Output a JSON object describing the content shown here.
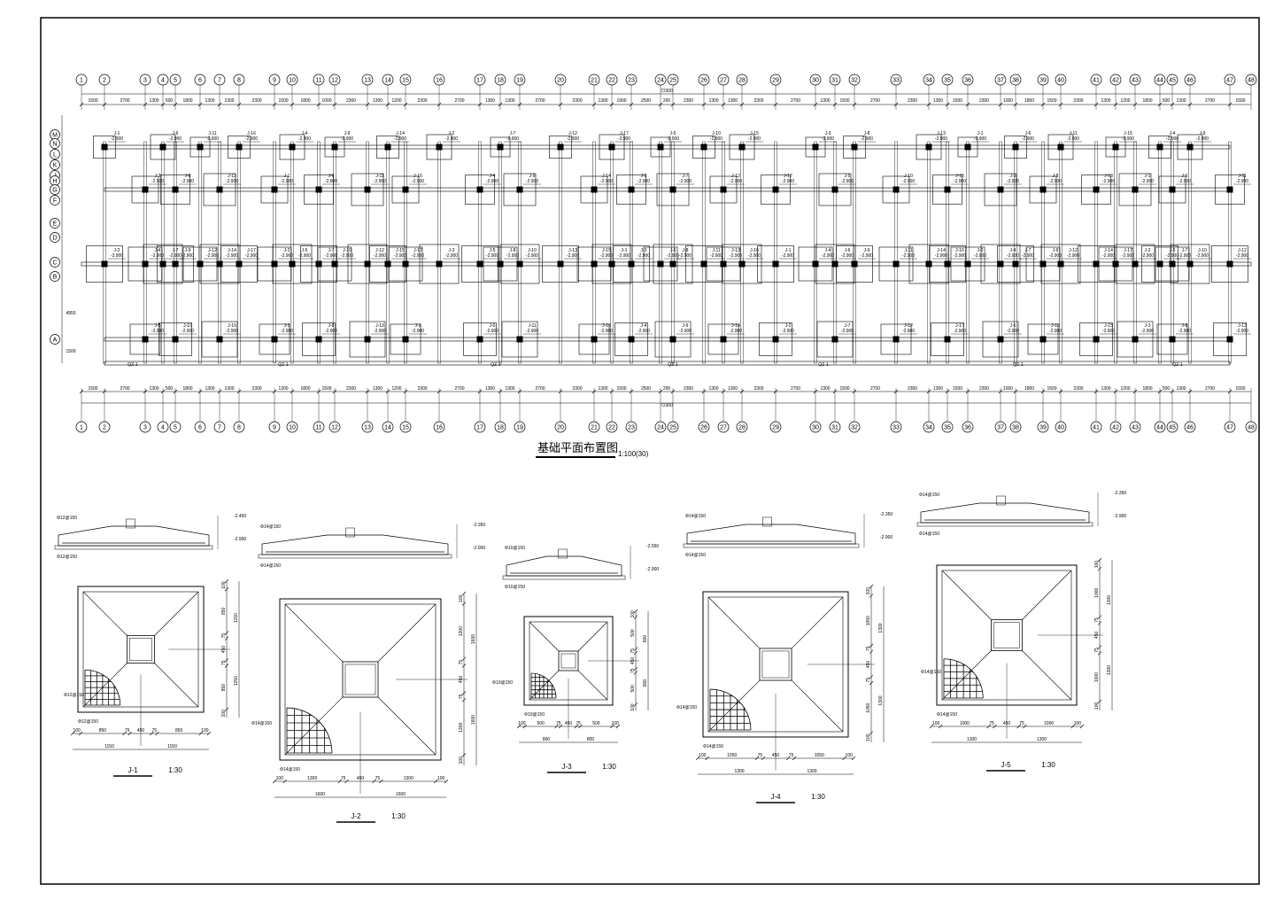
{
  "drawing": {
    "plan_title": "基础平面布置图",
    "plan_scale": "1:100(30)",
    "total_length": "72300",
    "level_default": "-2.900",
    "column_axes": [
      "1",
      "2",
      "3",
      "4",
      "5",
      "6",
      "7",
      "8",
      "9",
      "10",
      "11",
      "12",
      "13",
      "14",
      "15",
      "16",
      "17",
      "18",
      "19",
      "20",
      "21",
      "22",
      "23",
      "24",
      "25",
      "26",
      "27",
      "28",
      "29",
      "30",
      "31",
      "32",
      "33",
      "34",
      "35",
      "36",
      "37",
      "38",
      "39",
      "40",
      "41",
      "42",
      "43",
      "44",
      "45",
      "46",
      "47",
      "48"
    ],
    "row_axes": [
      "M",
      "N",
      "L",
      "K",
      "J",
      "H",
      "G",
      "F",
      "E",
      "D",
      "C",
      "B",
      "A"
    ],
    "top_dimensions": [
      "1500",
      "2700",
      "1300",
      "500",
      "1800",
      "1300",
      "1300",
      "2300",
      "1500",
      "1800",
      "1000",
      "2300",
      "1300",
      "1200",
      "2300",
      "2700",
      "1300",
      "1300",
      "2700",
      "2300",
      "1300",
      "1900",
      "2500",
      "200",
      "2300",
      "1300",
      "1300",
      "2300",
      "2700",
      "1300",
      "1500",
      "2700",
      "2300",
      "1300",
      "1500",
      "2300",
      "1000",
      "1800",
      "1500",
      "2300",
      "1300",
      "1200",
      "1800",
      "500",
      "1300",
      "2700",
      "1500"
    ],
    "bottom_dimensions": [
      "1500",
      "2700",
      "1300",
      "500",
      "1800",
      "1300",
      "1300",
      "2300",
      "1300",
      "1800",
      "1500",
      "2300",
      "1300",
      "1200",
      "2300",
      "2700",
      "1300",
      "1300",
      "2700",
      "2300",
      "1300",
      "1500",
      "2500",
      "200",
      "2300",
      "1300",
      "1300",
      "2300",
      "2700",
      "1300",
      "1500",
      "2700",
      "2300",
      "1300",
      "1500",
      "2300",
      "1000",
      "1800",
      "1500",
      "2300",
      "1300",
      "1200",
      "1800",
      "500",
      "1300",
      "2700",
      "1500"
    ],
    "left_dimensions": [
      "4950",
      "1500"
    ],
    "footing_labels": [
      "J-1",
      "J-2",
      "J-3",
      "J-4",
      "J-5",
      "J-6",
      "J-7",
      "J-8",
      "J-9",
      "J-10",
      "J-11",
      "J-12",
      "J-13",
      "J-14",
      "J-15",
      "J-16",
      "J-17"
    ],
    "beam_label": "QZ-1",
    "details": [
      {
        "name": "J-1",
        "scale": "1:30",
        "rebar": "Φ12@150",
        "top_level": "-2.450",
        "bottom_level": "-2.900",
        "dims_bottom": [
          "100",
          "850",
          "75",
          "450",
          "75",
          "850",
          "100"
        ],
        "dims_total": [
          "1150",
          "1150"
        ],
        "dims_side": [
          "100",
          "850",
          "75",
          "450",
          "75",
          "850",
          "100"
        ]
      },
      {
        "name": "J-2",
        "scale": "1:30",
        "rebar": "Φ14@150",
        "top_level": "-2.350",
        "bottom_level": "-2.900",
        "dims_bottom": [
          "100",
          "1300",
          "75",
          "450",
          "75",
          "1300",
          "100"
        ],
        "dims_total": [
          "1600",
          "1600"
        ],
        "dims_side": [
          "100",
          "1300",
          "75",
          "450",
          "75",
          "1300",
          "100"
        ]
      },
      {
        "name": "J-3",
        "scale": "1:30",
        "rebar": "Φ10@150",
        "top_level": "-2.550",
        "bottom_level": "-2.900",
        "dims_bottom": [
          "100",
          "500",
          "75",
          "450",
          "75",
          "500",
          "100"
        ],
        "dims_total": [
          "800",
          "800"
        ],
        "dims_side": [
          "100",
          "500",
          "75",
          "450",
          "75",
          "500",
          "100"
        ]
      },
      {
        "name": "J-4",
        "scale": "1:30",
        "rebar": "Φ14@150",
        "top_level": "-2.350",
        "bottom_level": "-2.900",
        "dims_bottom": [
          "100",
          "1050",
          "75",
          "450",
          "75",
          "1050",
          "100"
        ],
        "dims_total": [
          "1300",
          "1300"
        ],
        "dims_side": [
          "100",
          "1050",
          "75",
          "450",
          "75",
          "1050",
          "100"
        ]
      },
      {
        "name": "J-5",
        "scale": "1:30",
        "rebar": "Φ14@150",
        "top_level": "-2.350",
        "bottom_level": "-2.900",
        "dims_bottom": [
          "100",
          "1000",
          "75",
          "450",
          "75",
          "1000",
          "100"
        ],
        "dims_total": [
          "1300",
          "1300"
        ],
        "dims_side": [
          "100",
          "1000",
          "75",
          "450",
          "75",
          "1000",
          "100"
        ]
      }
    ]
  }
}
